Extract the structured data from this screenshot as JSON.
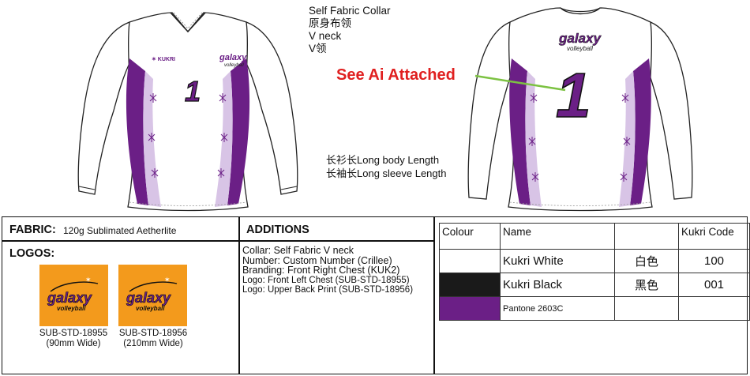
{
  "annotations": {
    "collar_lines": [
      "Self Fabric Collar",
      "原身布领",
      "V neck",
      "V领"
    ],
    "see_ai": "See Ai Attached",
    "length_lines": [
      "长衫长Long body Length",
      "长袖长Long sleeve Length"
    ]
  },
  "jersey": {
    "number": "1",
    "chest_brand": "KUKRI",
    "logo_word": "galaxy",
    "logo_sub": "volleyball"
  },
  "colors": {
    "purple": "#6b1f86",
    "orange": "#f39a1c",
    "red": "#e02020",
    "green": "#7cc242",
    "black": "#1a1a1a"
  },
  "fabric": {
    "label": "FABRIC:",
    "value": "120g Sublimated Aetherlite"
  },
  "logos": {
    "label": "LOGOS:",
    "items": [
      {
        "code": "SUB-STD-18955",
        "size": "(90mm Wide)"
      },
      {
        "code": "SUB-STD-18956",
        "size": "(210mm Wide)"
      }
    ]
  },
  "additions": {
    "title": "ADDITIONS",
    "items": [
      "Collar: Self Fabric V neck",
      "Number: Custom Number (Crillee)",
      "Branding: Front Right Chest (KUK2)",
      "Logo: Front Left Chest (SUB-STD-18955)",
      "Logo: Upper Back Print (SUB-STD-18956)"
    ]
  },
  "colour_table": {
    "headers": [
      "Colour",
      "Name",
      "",
      "Kukri Code"
    ],
    "rows": [
      {
        "swatch": "#ffffff",
        "name": "Kukri White",
        "cn": "白色",
        "code": "100"
      },
      {
        "swatch": "#1a1a1a",
        "name": "Kukri Black",
        "cn": "黑色",
        "code": "001"
      },
      {
        "swatch": "#6b1f86",
        "name": "Pantone 2603C",
        "cn": "",
        "code": ""
      }
    ]
  }
}
